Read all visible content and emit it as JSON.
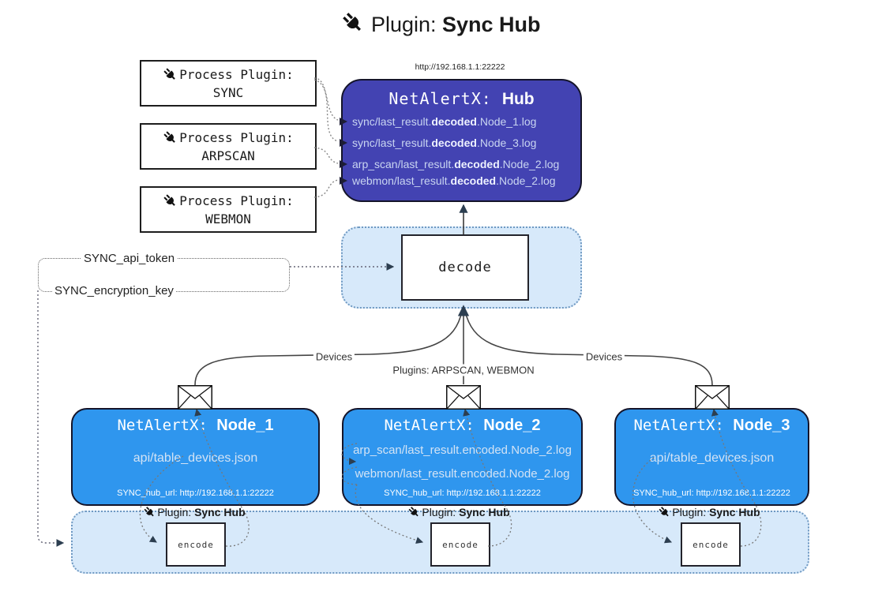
{
  "title": {
    "prefix": "Plugin: ",
    "bold": "Sync Hub"
  },
  "hub": {
    "url_label": "http://192.168.1.1:22222",
    "name_prefix": "NetAlertX: ",
    "name_bold": "Hub",
    "logs": [
      {
        "pre": "sync/last_result.",
        "bold": "decoded",
        "post": ".Node_1.log"
      },
      {
        "pre": "sync/last_result.",
        "bold": "decoded",
        "post": ".Node_3.log"
      },
      {
        "pre": "arp_scan/last_result.",
        "bold": "decoded",
        "post": ".Node_2.log"
      },
      {
        "pre": "webmon/last_result.",
        "bold": "decoded",
        "post": ".Node_2.log"
      }
    ]
  },
  "process_plugins": [
    {
      "label": "Process Plugin:",
      "name": "SYNC"
    },
    {
      "label": "Process Plugin:",
      "name": "ARPSCAN"
    },
    {
      "label": "Process Plugin:",
      "name": "WEBMON"
    }
  ],
  "decode_box": {
    "label": "decode"
  },
  "secrets": {
    "api_token": "SYNC_api_token",
    "encryption_key": "SYNC_encryption_key"
  },
  "edge_labels": {
    "left": "Devices",
    "middle": "Plugins: ARPSCAN, WEBMON",
    "right": "Devices"
  },
  "nodes": [
    {
      "name_prefix": "NetAlertX: ",
      "name_bold": "Node_1",
      "lines": [
        "api/table_devices.json"
      ],
      "hub_url": "SYNC_hub_url: http://192.168.1.1:22222"
    },
    {
      "name_prefix": "NetAlertX: ",
      "name_bold": "Node_2",
      "lines": [
        "arp_scan/last_result.encoded.Node_2.log",
        "webmon/last_result.encoded.Node_2.log"
      ],
      "hub_url": "SYNC_hub_url: http://192.168.1.1:22222"
    },
    {
      "name_prefix": "NetAlertX: ",
      "name_bold": "Node_3",
      "lines": [
        "api/table_devices.json"
      ],
      "hub_url": "SYNC_hub_url: http://192.168.1.1:22222"
    }
  ],
  "encoders": [
    {
      "label_prefix": "Plugin: ",
      "label_bold": "Sync Hub",
      "box_label": "encode"
    },
    {
      "label_prefix": "Plugin: ",
      "label_bold": "Sync Hub",
      "box_label": "encode"
    },
    {
      "label_prefix": "Plugin: ",
      "label_bold": "Sync Hub",
      "box_label": "encode"
    }
  ],
  "colors": {
    "hub_bg": "#4343b2",
    "node_bg": "#2f96ee",
    "panel_bg": "#d7e9fa",
    "arrow_dark": "#2c3e50"
  }
}
